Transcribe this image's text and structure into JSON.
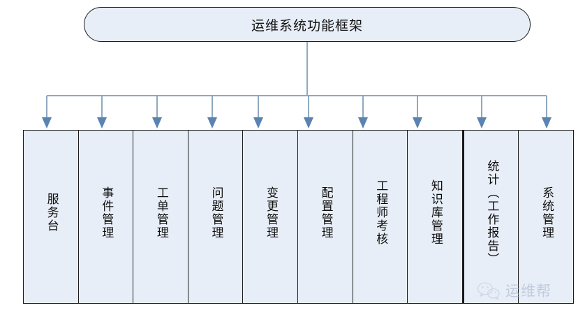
{
  "diagram": {
    "title": "运维系统功能框架",
    "colors": {
      "box_fill": "#e8eef7",
      "box_border": "#1b1b1b",
      "connector": "#8fa9bf",
      "arrow_head": "#5b83b1",
      "watermark_text": "#9fb2cc"
    },
    "modules": [
      {
        "label": "服务台",
        "thick_left_divider": false
      },
      {
        "label": "事件管理",
        "thick_left_divider": false
      },
      {
        "label": "工单管理",
        "thick_left_divider": false
      },
      {
        "label": "问题管理",
        "thick_left_divider": false
      },
      {
        "label": "变更管理",
        "thick_left_divider": false
      },
      {
        "label": "配置管理",
        "thick_left_divider": false
      },
      {
        "label": "工程师考核",
        "thick_left_divider": false
      },
      {
        "label": "知识库管理",
        "thick_left_divider": false
      },
      {
        "label": "统计（工作报告）",
        "thick_left_divider": true
      },
      {
        "label": "系统管理",
        "thick_left_divider": false
      }
    ]
  },
  "watermark": {
    "text": "运维帮",
    "icon": "wechat-icon"
  }
}
